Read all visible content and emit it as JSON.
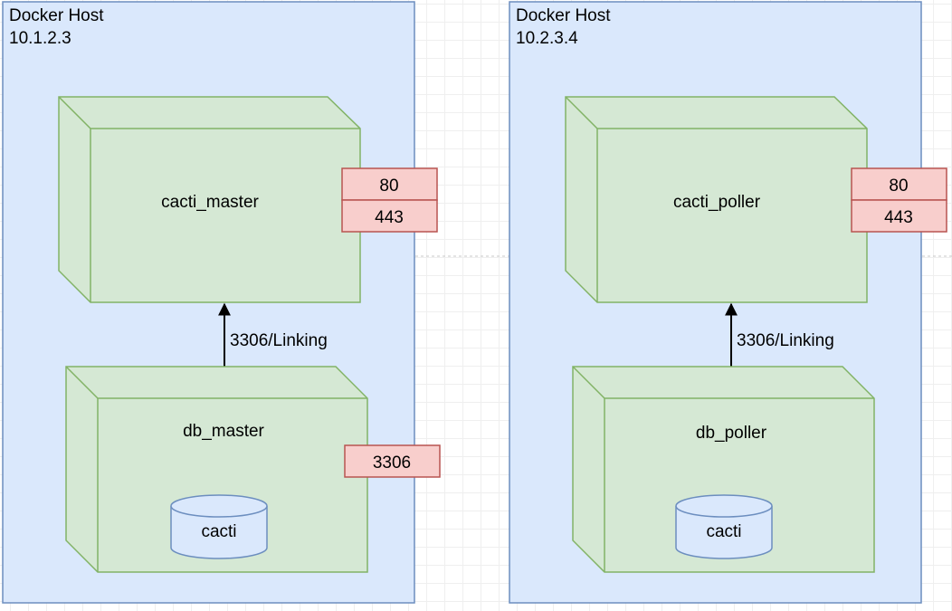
{
  "colors": {
    "host_fill": "#dae8fc",
    "host_stroke": "#6c8ebf",
    "container_fill": "#d5e8d4",
    "container_stroke": "#82b366",
    "port_fill": "#f8cecc",
    "port_stroke": "#b85450",
    "db_fill": "#dae8fc",
    "db_stroke": "#6c8ebf",
    "edge_stroke": "#000000"
  },
  "hosts": [
    {
      "title": "Docker Host",
      "ip": "10.1.2.3",
      "app_container": "cacti_master",
      "app_ports": [
        "80",
        "443"
      ],
      "db_container": "db_master",
      "db_port": "3306",
      "database": "cacti",
      "link_label": "3306/Linking"
    },
    {
      "title": "Docker Host",
      "ip": "10.2.3.4",
      "app_container": "cacti_poller",
      "app_ports": [
        "80",
        "443"
      ],
      "db_container": "db_poller",
      "database": "cacti",
      "link_label": "3306/Linking"
    }
  ]
}
